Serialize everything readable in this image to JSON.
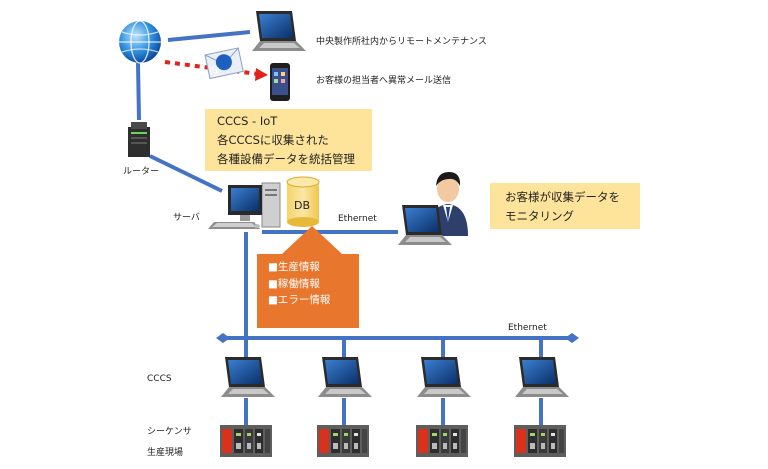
{
  "labels": {
    "remote_maintenance": "中央製作所社内からリモートメンテナンス",
    "alert_mail": "お客様の担当者へ異常メール送信",
    "router": "ルーター",
    "server": "サーバ",
    "db": "DB",
    "ethernet_top": "Ethernet",
    "ethernet_bus": "Ethernet",
    "cccs": "CCCS",
    "sequencer_line1": "シーケンサ",
    "sequencer_line2": "生産現場"
  },
  "iot_box": {
    "lines": [
      "CCCS - IoT",
      "各CCCSに収集された",
      "各種設備データを統括管理"
    ]
  },
  "monitor_box": {
    "lines": [
      "お客様が収集データを",
      "モニタリング"
    ]
  },
  "info_arrow": {
    "items": [
      "■生産情報",
      "■稼働情報",
      "■エラー情報"
    ]
  },
  "email_glyph": "@",
  "colors": {
    "line_blue": "#4472c4",
    "mail_red": "#e0231c",
    "box_yellow": "#fde49a",
    "arrow_orange": "#e8762d"
  },
  "icons": [
    "globe-icon",
    "laptop-icon",
    "mail-icon",
    "smartphone-icon",
    "router-icon",
    "server-icon",
    "database-icon",
    "operator-icon",
    "plc-icon"
  ]
}
